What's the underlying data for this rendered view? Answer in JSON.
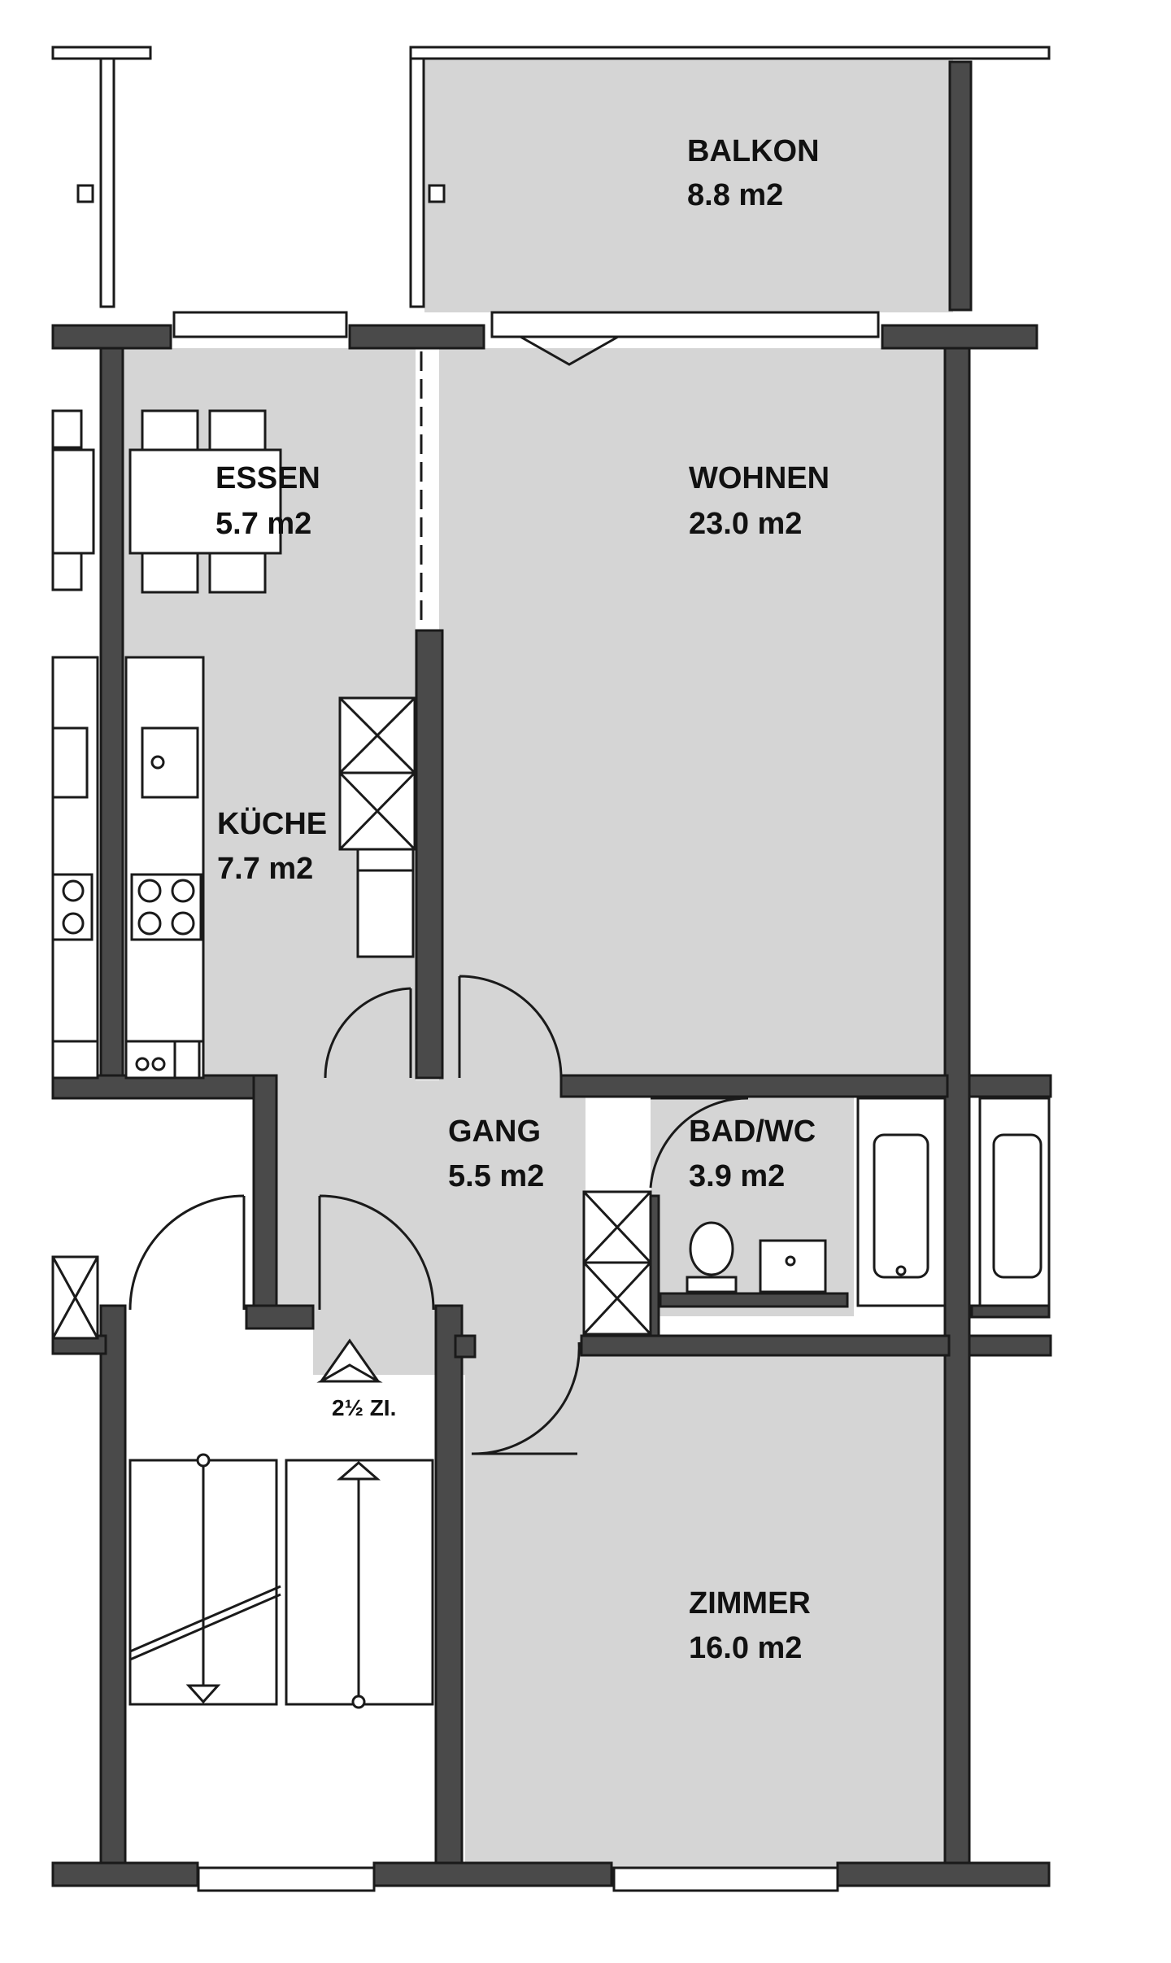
{
  "colors": {
    "floor": "#d5d5d5",
    "wall": "#4a4a4a",
    "line": "#1a1a1a",
    "background": "#ffffff"
  },
  "rooms": {
    "balkon": {
      "name": "BALKON",
      "area": "8.8 m2"
    },
    "essen": {
      "name": "ESSEN",
      "area": "5.7 m2"
    },
    "wohnen": {
      "name": "WOHNEN",
      "area": "23.0 m2"
    },
    "kueche": {
      "name": "KÜCHE",
      "area": "7.7 m2"
    },
    "gang": {
      "name": "GANG",
      "area": "5.5 m2"
    },
    "bad": {
      "name": "BAD/WC",
      "area": "3.9 m2"
    },
    "zimmer": {
      "name": "ZIMMER",
      "area": "16.0 m2"
    }
  },
  "unit": {
    "label": "2½ ZI.",
    "marker_icon": "triangle-unit-marker-icon"
  },
  "icons": {
    "dining_table": "dining-table-icon",
    "sink": "sink-icon",
    "stove": "stove-icon",
    "toilet": "toilet-icon",
    "bathtub": "bathtub-icon",
    "wardrobe": "wardrobe-icon",
    "stairs": "staircase-icon",
    "door": "door-swing-icon"
  }
}
